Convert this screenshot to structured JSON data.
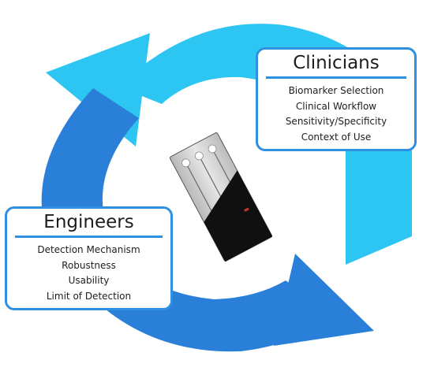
{
  "colors": {
    "arrow_light": "#2dc5f2",
    "arrow_dark": "#2a7fd9",
    "box_border": "#2f8fe0",
    "text": "#1d1d1d"
  },
  "clinicians": {
    "title": "Clinicians",
    "items": [
      "Biomarker Selection",
      "Clinical Workflow",
      "Sensitivity/Specificity",
      "Context of Use"
    ]
  },
  "engineers": {
    "title": "Engineers",
    "items": [
      "Detection Mechanism",
      "Robustness",
      "Usability",
      "Limit of Detection"
    ]
  },
  "center_image": {
    "icon": "sensor-strip-icon"
  }
}
